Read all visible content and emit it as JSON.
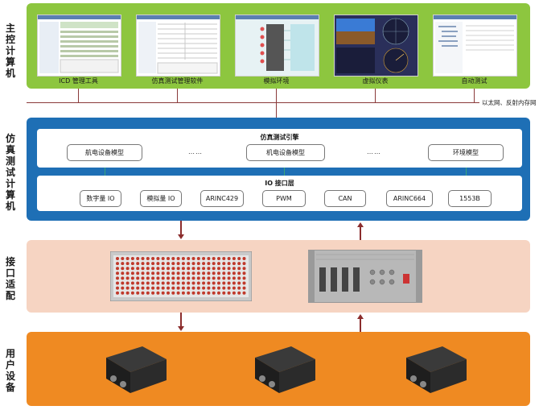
{
  "layers": {
    "host": "主控计算机",
    "sim": "仿真测试计算机",
    "adapter": "接口适配",
    "user": "用户设备"
  },
  "host_apps": [
    "ICD 管理工具",
    "仿真测试管理软件",
    "模拟环境",
    "虚拟仪表",
    "自动测试"
  ],
  "network_label": "以太网、反射内存网",
  "engine": {
    "title": "仿真测试引擎",
    "models": [
      "航电设备模型",
      "机电设备模型",
      "环境模型"
    ],
    "ellipsis": "……"
  },
  "io": {
    "title": "IO 接口层",
    "items": [
      "数字量 IO",
      "模拟量 IO",
      "ARINC429",
      "PWM",
      "CAN",
      "ARINC664",
      "1553B"
    ]
  },
  "colors": {
    "host_band": "#8dc63f",
    "sim_band": "#1e6fb5",
    "adapter_band": "#f6d4c2",
    "user_band": "#ef8a22",
    "arrow": "#8b2d2d"
  }
}
